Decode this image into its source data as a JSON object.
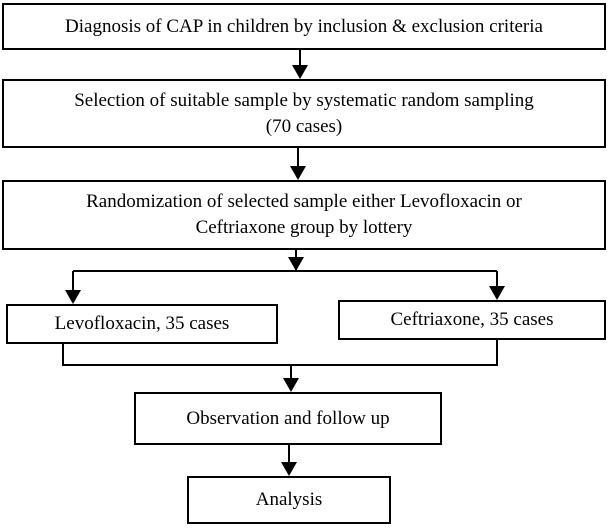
{
  "diagram": {
    "type": "flowchart",
    "nodes": {
      "diagnosis": "Diagnosis of CAP in children by inclusion & exclusion criteria",
      "selection_line1": "Selection of suitable sample by systematic random sampling",
      "selection_line2": "(70 cases)",
      "randomization_line1": "Randomization of selected sample either Levofloxacin or",
      "randomization_line2": "Ceftriaxone group by lottery",
      "levofloxacin": "Levofloxacin, 35 cases",
      "ceftriaxone": "Ceftriaxone, 35 cases",
      "observation": "Observation and follow up",
      "analysis": "Analysis"
    },
    "edges": [
      [
        "diagnosis",
        "selection"
      ],
      [
        "selection",
        "randomization"
      ],
      [
        "randomization",
        "levofloxacin"
      ],
      [
        "randomization",
        "ceftriaxone"
      ],
      [
        "levofloxacin",
        "observation"
      ],
      [
        "ceftriaxone",
        "observation"
      ],
      [
        "observation",
        "analysis"
      ]
    ]
  }
}
